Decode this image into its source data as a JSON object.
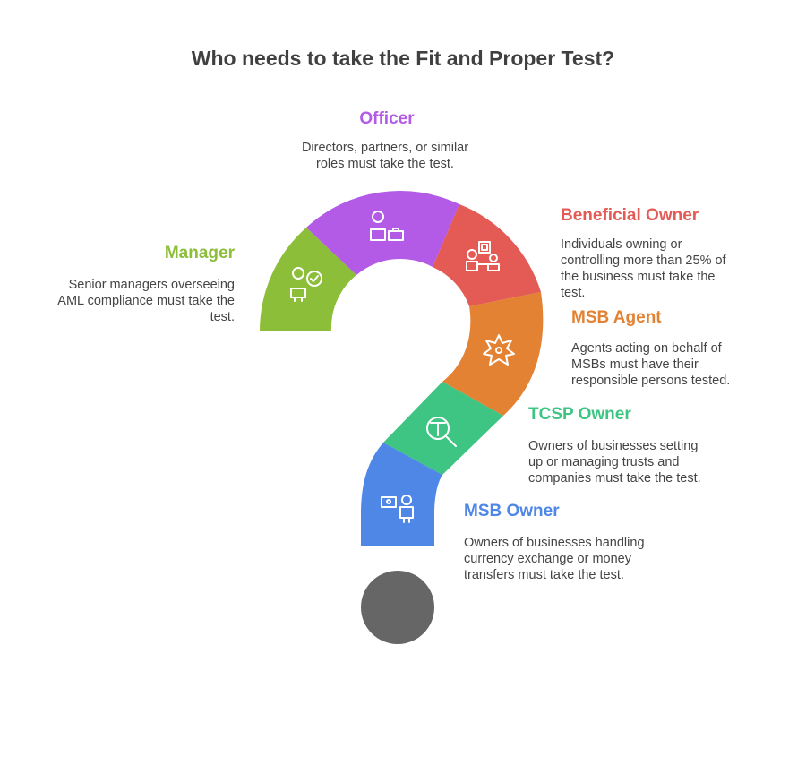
{
  "title": "Who needs to take the Fit and Proper Test?",
  "colors": {
    "manager": "#8DBE3A",
    "officer": "#B35AE6",
    "beneficial_owner": "#E45A55",
    "msb_agent": "#E38233",
    "tcsp_owner": "#3EC483",
    "msb_owner": "#4F87E6",
    "dot": "#666666"
  },
  "items": {
    "officer": {
      "heading": "Officer",
      "desc_lines": [
        "Directors, partners, or similar",
        "roles must take the test."
      ],
      "icon": "officer-briefcase-icon"
    },
    "manager": {
      "heading": "Manager",
      "desc_lines": [
        "Senior managers overseeing",
        "AML compliance must take the",
        "test."
      ],
      "icon": "manager-check-icon"
    },
    "beneficial_owner": {
      "heading": "Beneficial Owner",
      "desc_lines": [
        "Individuals owning or",
        "controlling more than 25% of",
        "the business must take the",
        "test."
      ],
      "icon": "ownership-presentation-icon"
    },
    "msb_agent": {
      "heading": "MSB Agent",
      "desc_lines": [
        "Agents acting on behalf of",
        "MSBs must have their",
        "responsible persons tested."
      ],
      "icon": "star-burst-icon"
    },
    "tcsp_owner": {
      "heading": "TCSP Owner",
      "desc_lines": [
        "Owners of businesses setting",
        "up or managing trusts and",
        "companies must take the test."
      ],
      "icon": "magnifier-t-icon"
    },
    "msb_owner": {
      "heading": "MSB Owner",
      "desc_lines": [
        "Owners of businesses handling",
        "currency exchange or money",
        "transfers must take the test."
      ],
      "icon": "money-person-icon"
    }
  }
}
